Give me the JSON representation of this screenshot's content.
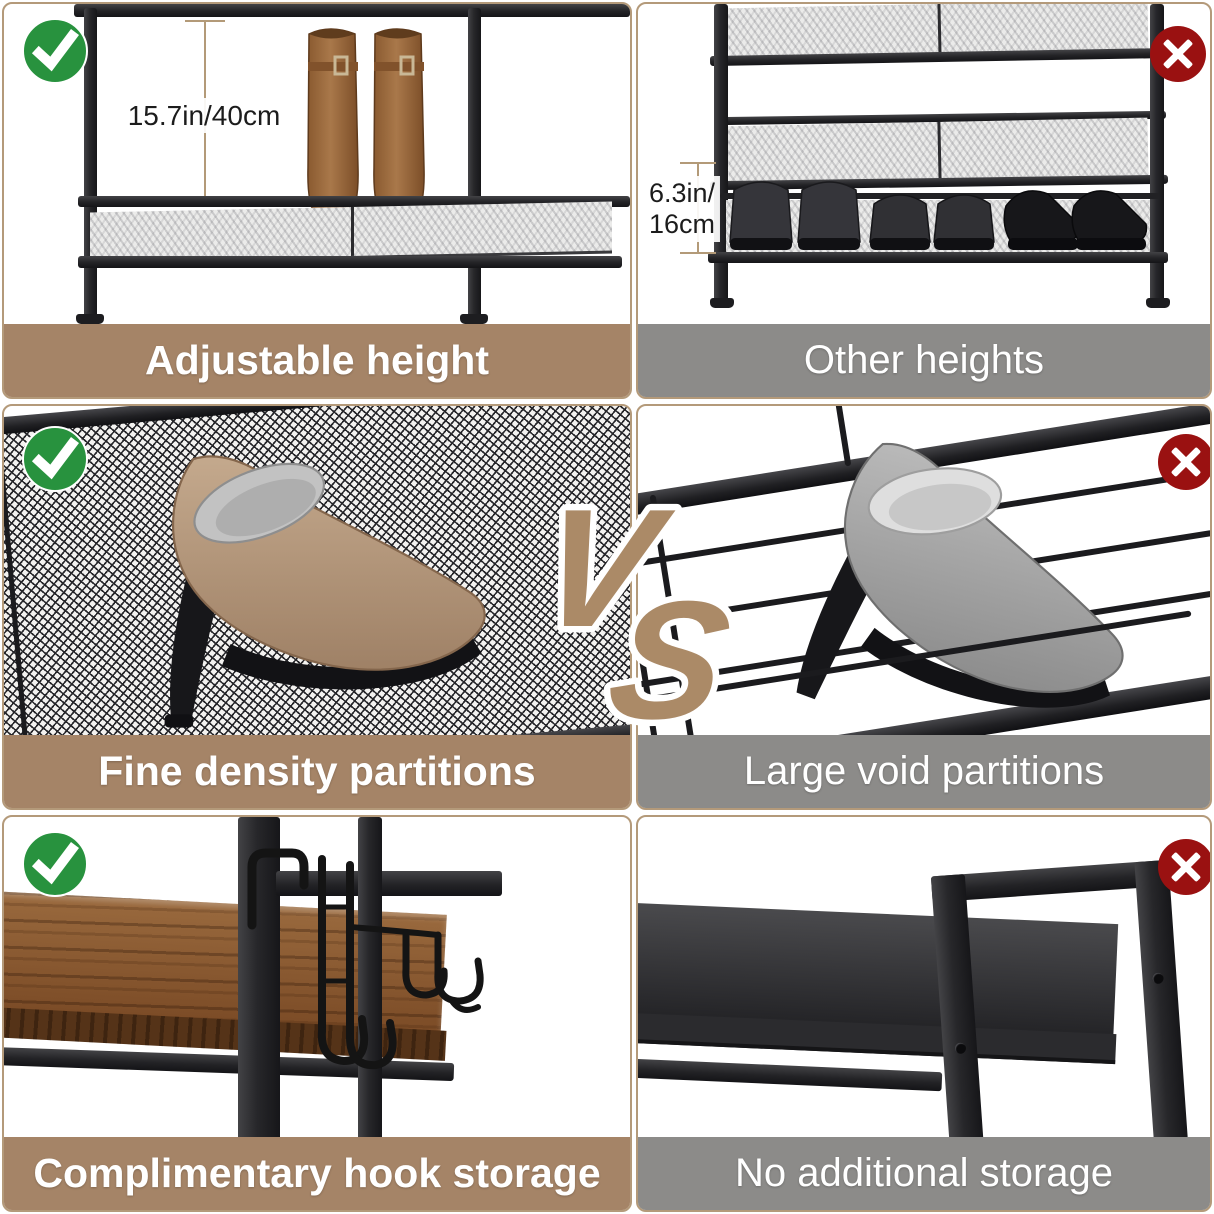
{
  "vs_label": "VS",
  "icons": {
    "positive": "check-icon",
    "negative": "x-icon"
  },
  "colors": {
    "banner_brown": "#a58467",
    "banner_gray": "#8c8b89",
    "panel_border": "#b49a7a",
    "check_green": "#28923e",
    "cross_red": "#9a1111",
    "vs_brown": "#ab8a67",
    "dimension_line": "#b39a78"
  },
  "panels": [
    {
      "id": "adjustable-height",
      "verdict": "positive",
      "banner": {
        "label": "Adjustable height",
        "theme": "brown"
      },
      "measurement": {
        "text": "15.7in/40cm"
      }
    },
    {
      "id": "other-heights",
      "verdict": "negative",
      "banner": {
        "label": "Other heights",
        "theme": "gray"
      },
      "measurement": {
        "line1": "6.3in/",
        "line2": "16cm"
      }
    },
    {
      "id": "fine-density-partitions",
      "verdict": "positive",
      "banner": {
        "label": "Fine density partitions",
        "theme": "brown"
      }
    },
    {
      "id": "large-void-partitions",
      "verdict": "negative",
      "banner": {
        "label": "Large void partitions",
        "theme": "gray"
      }
    },
    {
      "id": "complimentary-hook-storage",
      "verdict": "positive",
      "banner": {
        "label": "Complimentary hook storage",
        "theme": "brown"
      }
    },
    {
      "id": "no-additional-storage",
      "verdict": "negative",
      "banner": {
        "label": "No additional storage",
        "theme": "gray"
      }
    }
  ]
}
